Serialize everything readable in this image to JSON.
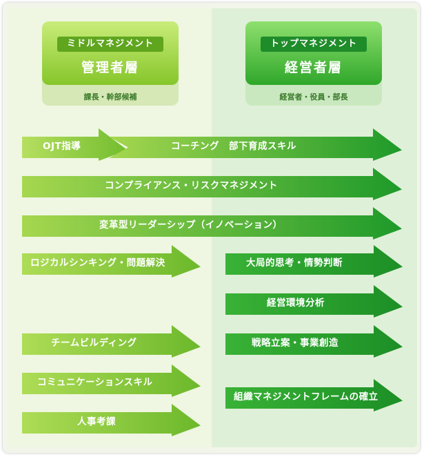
{
  "middle": {
    "tag": "ミドルマネジメント",
    "title": "管理者層",
    "sub": "課長・幹部候補"
  },
  "top": {
    "tag": "トップマネジメント",
    "title": "経営者層",
    "sub": "経営者・役員・部長"
  },
  "arrows": {
    "ojt": "OJT指導",
    "coaching": "コーチング　部下育成スキル",
    "compliance": "コンプライアンス・リスクマネジメント",
    "transform": "変革型リーダーシップ（イノベーション）",
    "logical": "ロジカルシンキング・問題解決",
    "bigpicture": "大局的思考・情勢判断",
    "environment": "経営環境分析",
    "team": "チームビルディング",
    "strategy": "戦略立案・事業創造",
    "communication": "コミュニケーションスキル",
    "org": "組織マネジメントフレームの確立",
    "hr": "人事考課"
  },
  "colors": {
    "left_bg": "#eff6e1",
    "right_bg": "#dff0d8",
    "arrow_light": "#a6d74f",
    "arrow_dark": "#1e9a2a"
  }
}
